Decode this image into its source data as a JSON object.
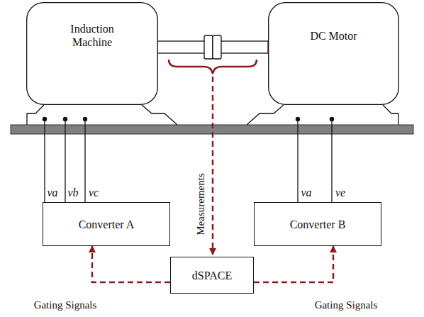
{
  "diagram": {
    "nodes": [
      {
        "text": [
          "Induction Machine"
        ]
      },
      {
        "text": [
          "DC Motor"
        ]
      },
      {
        "text": [
          "Converter A"
        ]
      },
      {
        "text": [
          "Converter B"
        ]
      },
      {
        "text": [
          "dSPACE"
        ]
      }
    ],
    "edges": [
      {
        "from": 2,
        "to": 0,
        "arrow": "none",
        "label": "va"
      },
      {
        "from": 2,
        "to": 0,
        "arrow": "none",
        "label": "vb"
      },
      {
        "from": 2,
        "to": 0,
        "arrow": "none",
        "label": "vc"
      },
      {
        "from": 3,
        "to": 1,
        "arrow": "none",
        "label": "va"
      },
      {
        "from": 3,
        "to": 1,
        "arrow": "none",
        "label": "ve"
      },
      {
        "from": 4,
        "to": 2,
        "arrow": "to",
        "label": "Gating Signals"
      },
      {
        "from": 4,
        "to": 3,
        "arrow": "to",
        "label": "Gating Signals"
      }
    ],
    "labels": [
      "Measurements"
    ]
  }
}
